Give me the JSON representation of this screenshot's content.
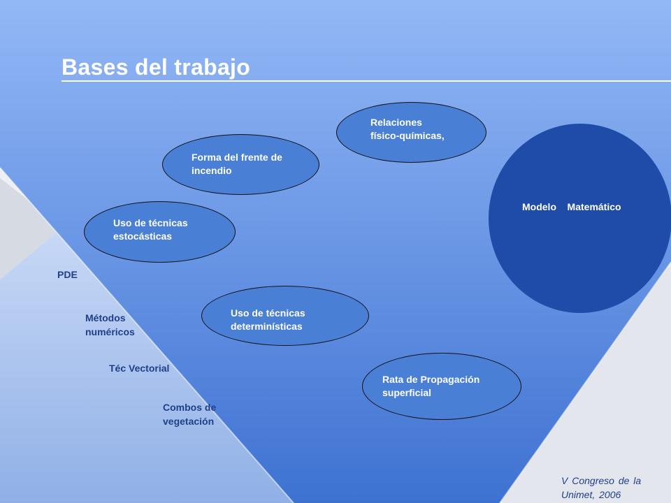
{
  "slide": {
    "title": "Bases del trabajo",
    "footer_line1": "V Congreso  de  la",
    "footer_line2": "Unimet,  2006"
  },
  "diagram": {
    "center": {
      "label": "Modelo    Matemático"
    },
    "ellipses": [
      {
        "id": "relaciones",
        "line1": "Relaciones",
        "line2": "físico-químicas,"
      },
      {
        "id": "forma",
        "line1": "Forma del frente de",
        "line2": "incendio"
      },
      {
        "id": "estocasticas",
        "line1": "Uso de técnicas",
        "line2": "estocásticas"
      },
      {
        "id": "deterministicas",
        "line1": "Uso de técnicas",
        "line2": "determinísticas"
      },
      {
        "id": "rata",
        "line1": "Rata de Propagación",
        "line2": "superficial"
      }
    ],
    "side_labels": [
      {
        "line1": "PDE",
        "line2": ""
      },
      {
        "line1": "Métodos",
        "line2": "numéricos"
      },
      {
        "line1": "Téc Vectorial",
        "line2": ""
      },
      {
        "line1": "Combos de",
        "line2": "vegetación"
      }
    ]
  },
  "colors": {
    "blue_top": "#8fb5f5",
    "blue_bottom": "#3a6fcf",
    "dark_circle": "#1f4ca8",
    "text_dark": "#1f3f8a"
  }
}
